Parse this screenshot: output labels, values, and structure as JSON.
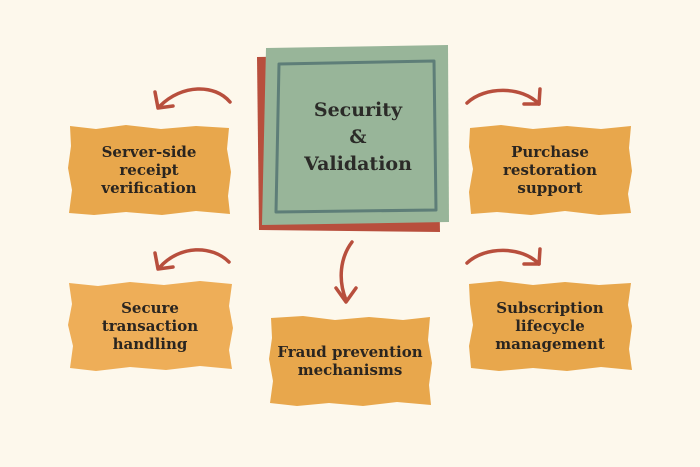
{
  "center": {
    "label": "Security\n&\nValidation"
  },
  "nodes": {
    "server": {
      "label": "Server-side\nreceipt\nverification"
    },
    "purchase": {
      "label": "Purchase\nrestoration\nsupport"
    },
    "secure": {
      "label": "Secure transaction\nhandling"
    },
    "fraud": {
      "label": "Fraud prevention\nmechanisms"
    },
    "subscription": {
      "label": "Subscription\nlifecycle\nmanagement"
    }
  },
  "colors": {
    "background": "#fdf8ec",
    "node_fill": "#e8a74c",
    "center_fill": "#98b599",
    "center_shadow": "#b84f3d",
    "center_inner_border": "#5e7e78",
    "arrow": "#b84f3d",
    "text": "#2a2520"
  }
}
